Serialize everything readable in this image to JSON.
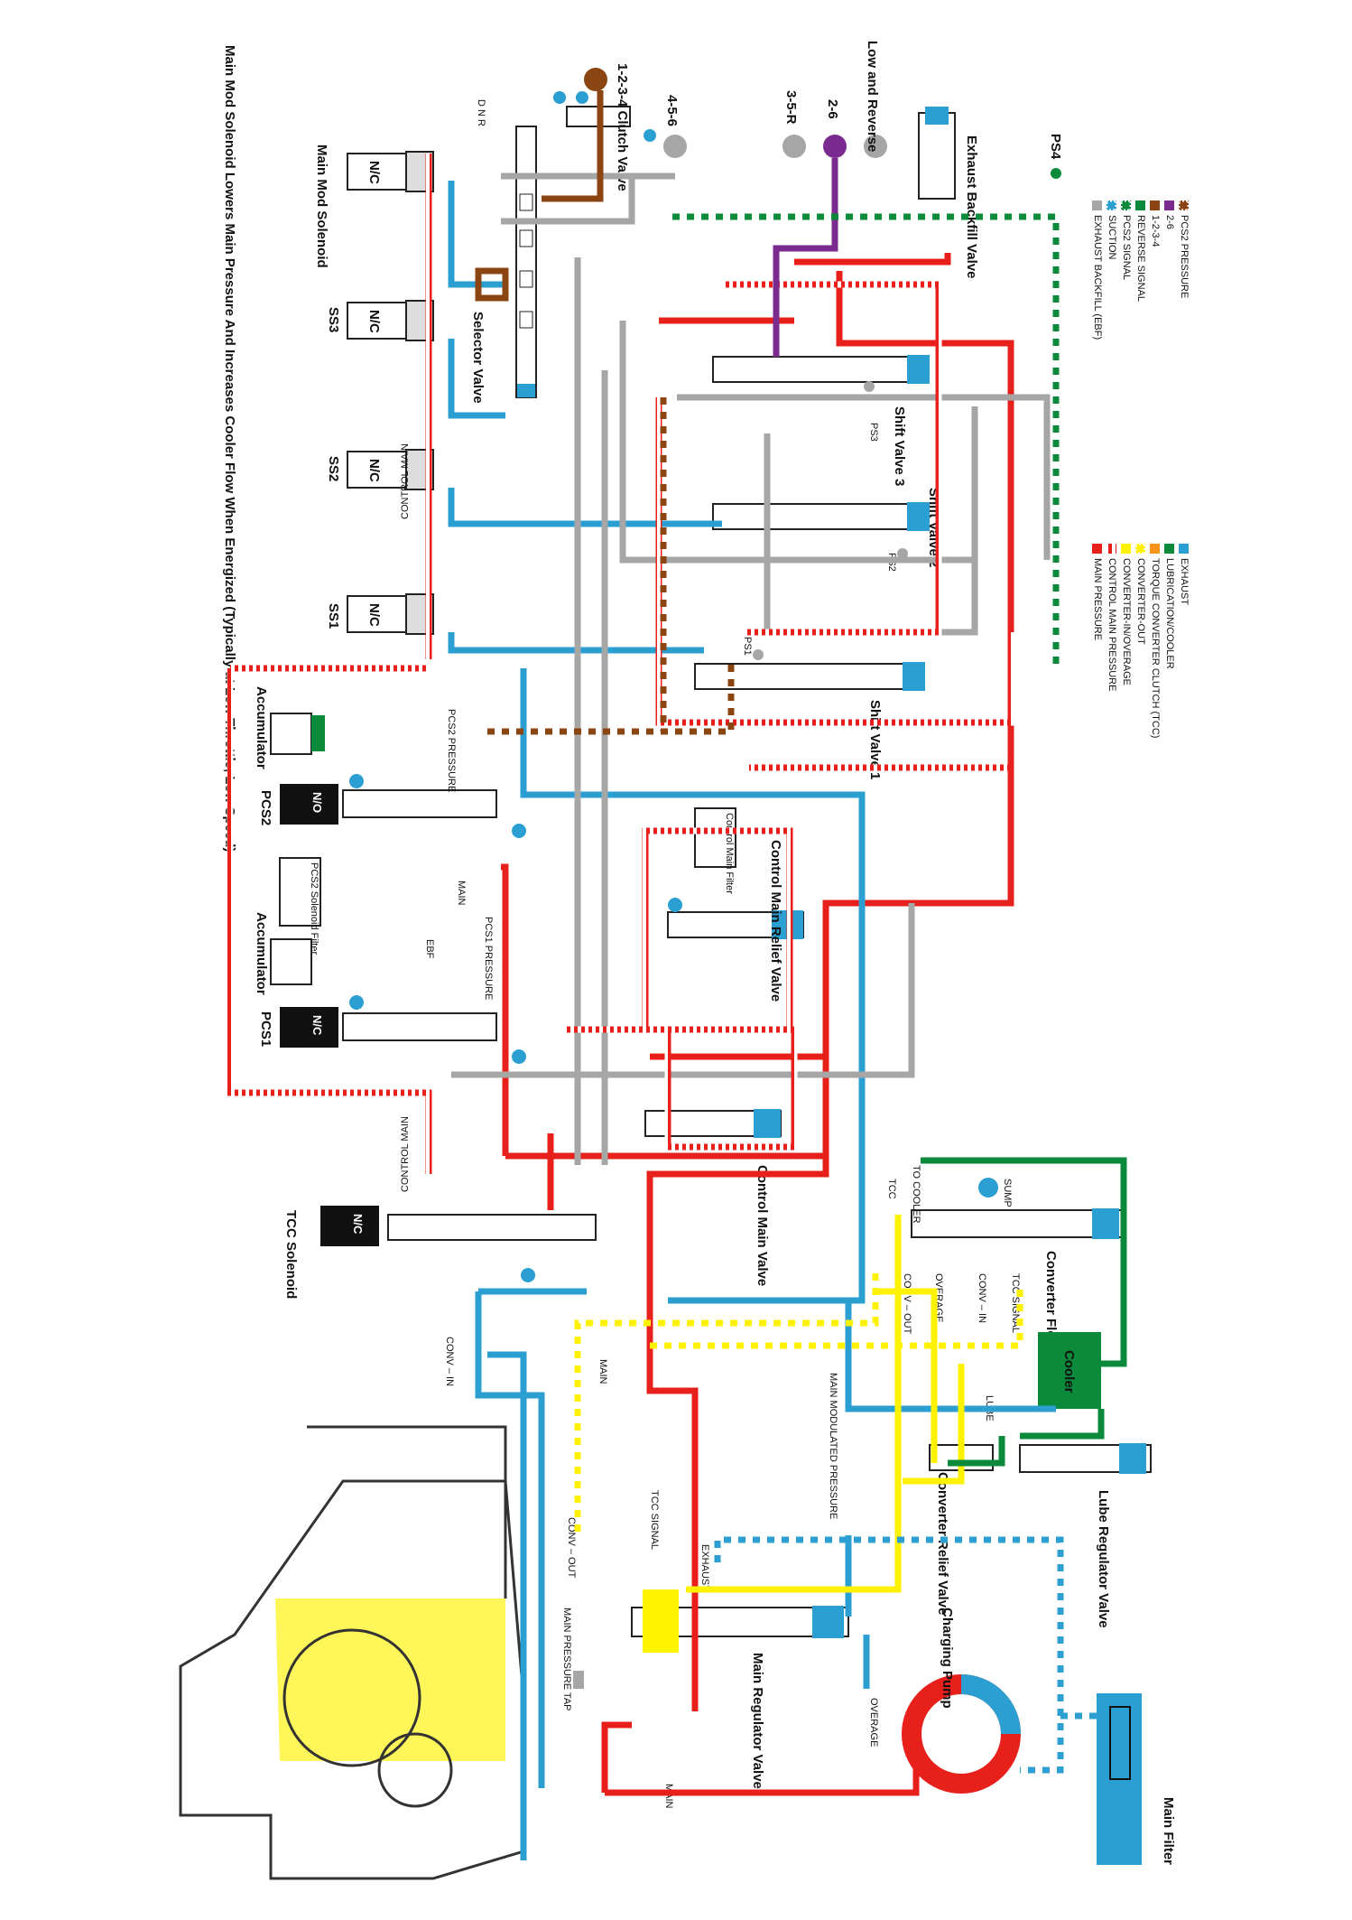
{
  "note": "Main Mod Solenoid Lowers Main Pressure And Increases Cooler Flow When Energized (Typically at Low Throttle, Low Speed)",
  "labels": {
    "main_mod_solenoid": "Main Mod Solenoid",
    "ss3": "SS3",
    "ss2": "SS2",
    "ss1": "SS1",
    "nc": "N/C",
    "no": "N/O",
    "control_main_line": "CONTROL MAIN",
    "selector_valve": "Selector Valve",
    "dnr": "D N R",
    "clutch_1234": "1-2-3-4 Clutch Valve",
    "pressure_456": "4-5-6",
    "pressure_35r": "3-5-R",
    "pressure_26": "2-6",
    "low_reverse": "Low and Reverse",
    "exhaust_backfill": "Exhaust Backfill Valve",
    "ps4": "PS4",
    "ps3": "PS3",
    "ps2": "PS2",
    "ps1": "PS1",
    "shift_valve_3": "Shift Valve 3",
    "shift_valve_2": "Shift Valve 2",
    "shift_valve_1": "Shift Valve 1",
    "accumulator": "Accumulator",
    "pcs2": "PCS2",
    "pcs1": "PCS1",
    "pcs2_filter": "PCS2 Solenoid Filter",
    "pcs2_pressure": "PCS2 PRESSURE",
    "pcs1_pressure": "PCS1 PRESSURE",
    "main": "MAIN",
    "ebf": "EBF",
    "control_main_filter": "Control Main Filter",
    "control_main_relief": "Control Main Relief Valve",
    "control_main_valve": "Control Main Valve",
    "tcc_solenoid": "TCC Solenoid",
    "tcc": "TCC",
    "to_cooler": "TO COOLER",
    "sump": "SUMP",
    "converter_flow": "Converter Flow Valve",
    "conv_out": "CONV – OUT",
    "conv_in": "CONV – IN",
    "overage": "OVERAGE",
    "tcc_signal": "TCC SIGNAL",
    "cooler": "Cooler",
    "lube": "LUBE",
    "main_modulated": "MAIN MODULATED PRESSURE",
    "converter_relief": "Converter Relief Valve",
    "lube_regulator": "Lube Regulator Valve",
    "exhaust": "EXHAUST",
    "main_regulator": "Main Regulator Valve",
    "charging_pump": "Charging Pump",
    "main_pressure_tap": "MAIN PRESSURE TAP",
    "main_filter": "Main Filter"
  },
  "legend": {
    "left": [
      {
        "label": "MAIN PRESSURE",
        "color": "#e8201c",
        "striped": false
      },
      {
        "label": "CONTROL MAIN PRESSURE",
        "color": "#e8201c",
        "striped": true
      },
      {
        "label": "CONVERTER-IN/OVERAGE",
        "color": "#fff200",
        "striped": false
      },
      {
        "label": "CONVERTER-OUT",
        "color": "#fff200",
        "striped": true
      },
      {
        "label": "TORQUE CONVERTER CLUTCH (TCC)",
        "color": "#f7941d",
        "striped": false
      },
      {
        "label": "LUBRICATION/COOLER",
        "color": "#0a8a3a",
        "striped": false
      },
      {
        "label": "EXHAUST",
        "color": "#2b9fd1",
        "striped": false
      }
    ],
    "right": [
      {
        "label": "EXHAUST BACKFILL (EBF)",
        "color": "#a6a6a6",
        "striped": false
      },
      {
        "label": "SUCTION",
        "color": "#2b9fd1",
        "striped": true
      },
      {
        "label": "PCS2 SIGNAL",
        "color": "#0a8a3a",
        "striped": true
      },
      {
        "label": "REVERSE SIGNAL",
        "color": "#0a8a3a",
        "striped": false,
        "dual": "#e8201c"
      },
      {
        "label": "1-2-3-4",
        "color": "#8b4513",
        "striped": false
      },
      {
        "label": "2-6",
        "color": "#7b2a8f",
        "striped": false
      },
      {
        "label": "PCS2 PRESSURE",
        "color": "#8b4513",
        "striped": true
      }
    ]
  },
  "colors": {
    "main": "#e8201c",
    "exhaust": "#2b9fd1",
    "ebf": "#a6a6a6",
    "yellow": "#fff200",
    "green": "#0a8a3a",
    "brown": "#8b4513",
    "purple": "#7b2a8f"
  }
}
